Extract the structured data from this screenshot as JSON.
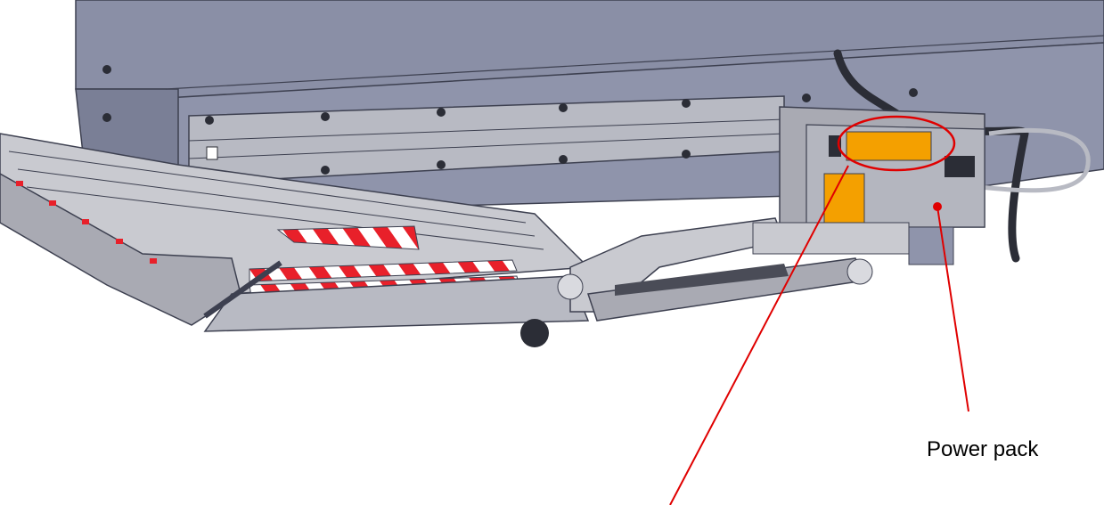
{
  "labels": {
    "power_pack": "Power pack"
  },
  "colors": {
    "callout_red": "#e00000",
    "body_blue_gray": "#8a8fa6",
    "body_dark": "#73788f",
    "steel_light": "#c9cad0",
    "steel_mid": "#a9aab3",
    "warning_orange": "#f4a000",
    "hazard_red": "#e8202a"
  },
  "callouts": [
    {
      "target": "control-labels",
      "type": "ellipse-with-leader"
    },
    {
      "target": "power-pack",
      "type": "leader-with-dot"
    }
  ]
}
